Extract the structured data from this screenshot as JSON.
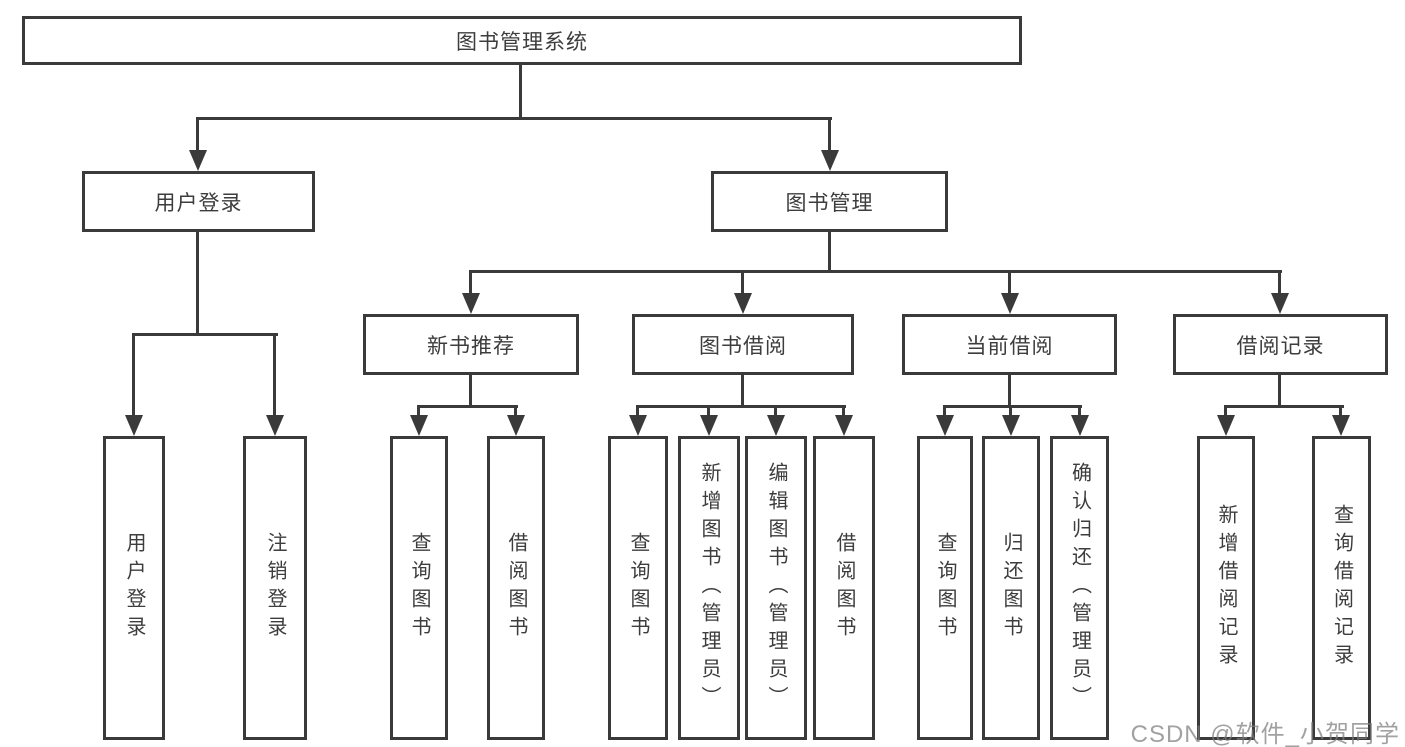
{
  "diagram": {
    "root": {
      "label": "图书管理系统"
    },
    "level2": {
      "user_login": {
        "label": "用户登录"
      },
      "book_management": {
        "label": "图书管理"
      }
    },
    "level3": {
      "new_book_recommend": {
        "label": "新书推荐"
      },
      "book_borrowing": {
        "label": "图书借阅"
      },
      "current_borrowing": {
        "label": "当前借阅"
      },
      "borrowing_records": {
        "label": "借阅记录"
      }
    },
    "leaves": {
      "user_login": {
        "label": "用户登录"
      },
      "logout": {
        "label": "注销登录"
      },
      "query_books_recommend": {
        "label": "查询图书"
      },
      "borrow_books_recommend": {
        "label": "借阅图书"
      },
      "query_books_borrowing": {
        "label": "查询图书"
      },
      "add_book_admin": {
        "label": "新增图书（管理员）"
      },
      "edit_book_admin": {
        "label": "编辑图书（管理员）"
      },
      "borrow_books_borrowing": {
        "label": "借阅图书"
      },
      "query_books_current": {
        "label": "查询图书"
      },
      "return_book": {
        "label": "归还图书"
      },
      "confirm_return_admin": {
        "label": "确认归还（管理员）"
      },
      "add_borrow_record": {
        "label": "新增借阅记录"
      },
      "query_borrow_record": {
        "label": "查询借阅记录"
      }
    }
  },
  "watermark": {
    "text": "CSDN @软件_小贺同学"
  },
  "colors": {
    "line": "#3a3a3a",
    "text": "#3d3d3d",
    "watermark": "#a6a6a6",
    "background": "#ffffff"
  }
}
